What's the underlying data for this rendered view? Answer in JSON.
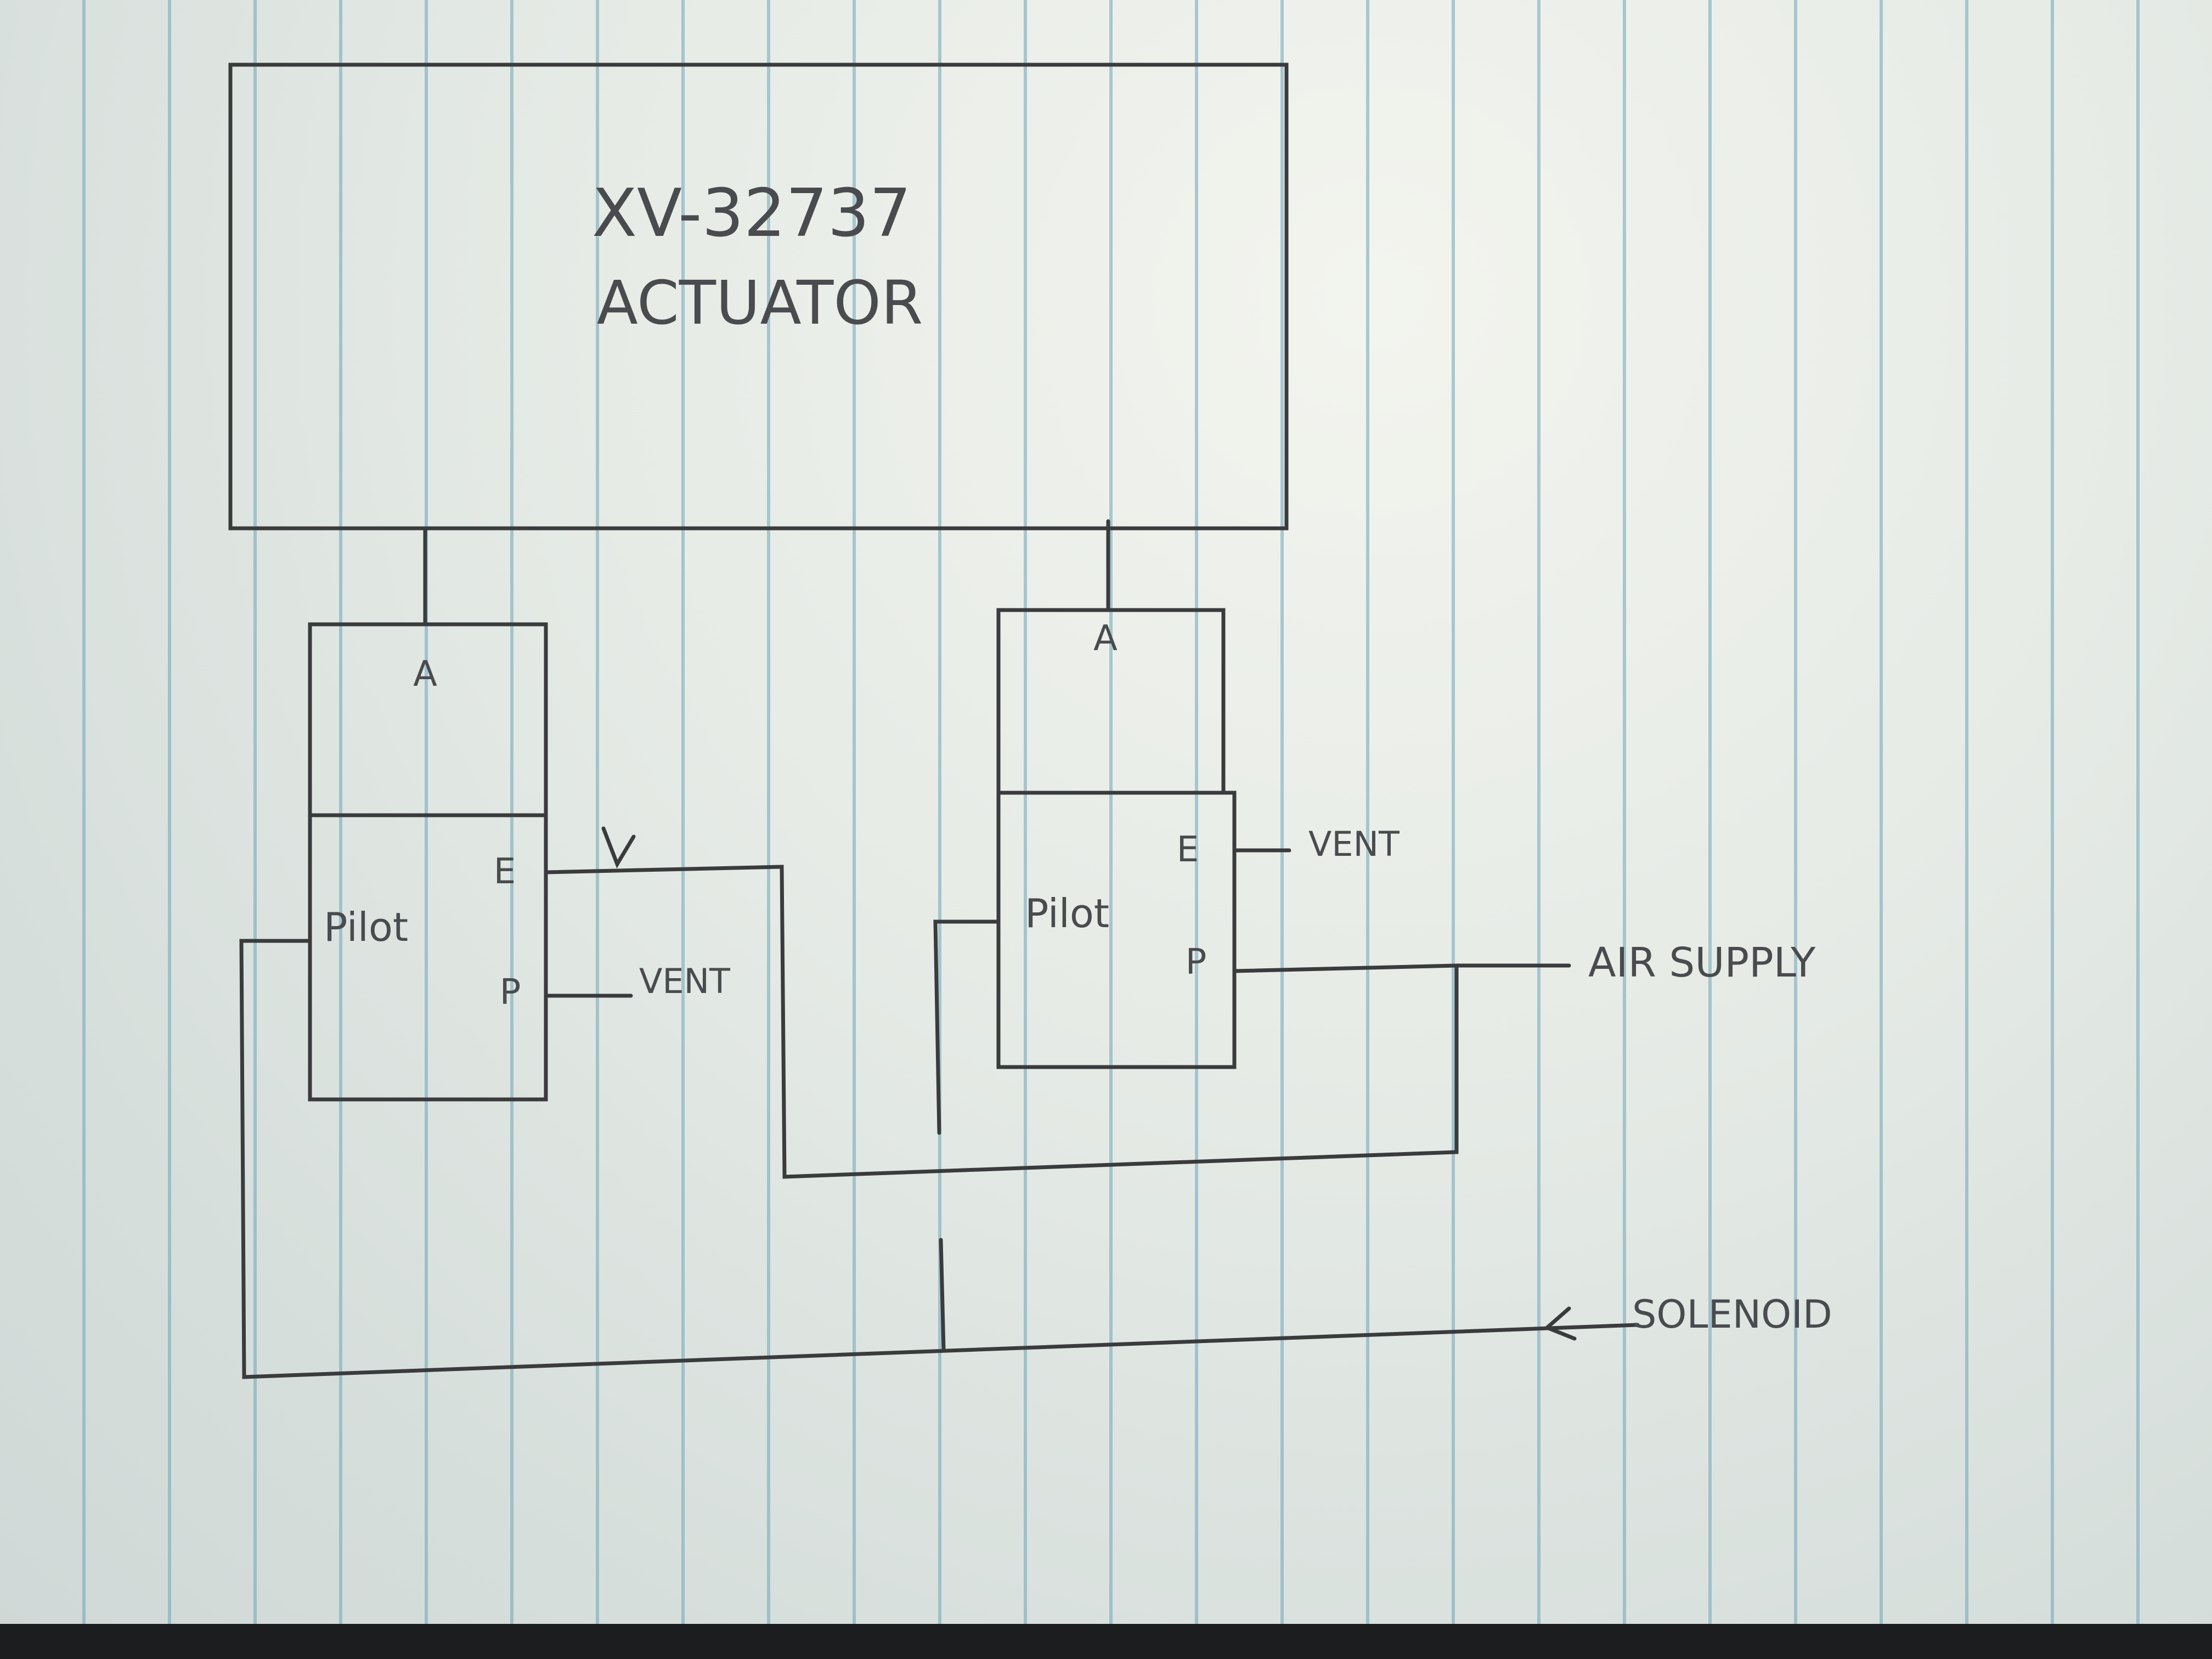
{
  "actuator": {
    "tag": "XV-32737",
    "label": "ACTUATOR"
  },
  "valve_left": {
    "port_a": "A",
    "port_e": "E",
    "port_p": "P",
    "pilot": "Pilot",
    "vent": "VENT"
  },
  "valve_right": {
    "port_a": "A",
    "port_e": "E",
    "port_p": "P",
    "pilot": "Pilot",
    "vent": "VENT"
  },
  "air_supply": "AIR SUPPLY",
  "solenoid": "SOLENOID",
  "colors": {
    "ink": "#3a3b3d",
    "paper": "#e6ebe6",
    "rule_line": "#6ea5b9"
  }
}
